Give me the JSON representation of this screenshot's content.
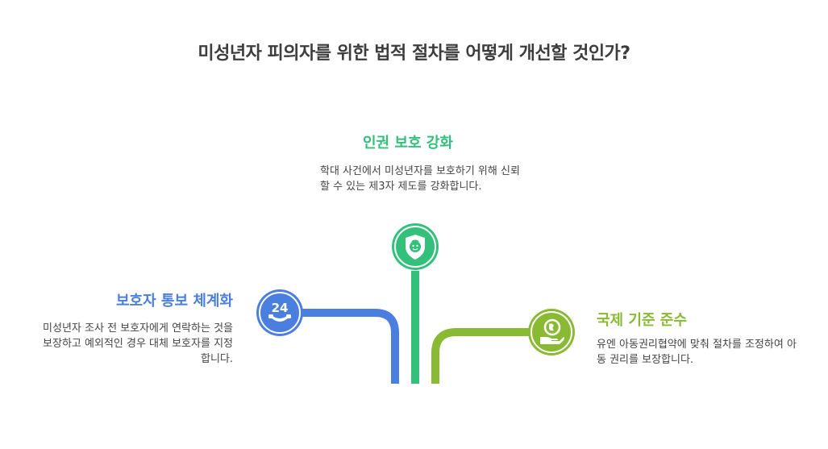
{
  "title": "미성년자 피의자를 위한 법적 절차를 어떻게 개선할 것인가?",
  "branches": [
    {
      "id": "guardian",
      "heading": "보호자 통보 체계화",
      "description": "미성년자 조사 전 보호자에게 연락하는 것을 보장하고 예외적인 경우 대체 보호자를 지정합니다.",
      "icon": "24-hour-phone-icon",
      "icon_text": "24",
      "color": "#4a7fe0"
    },
    {
      "id": "human-rights",
      "heading": "인권 보호 강화",
      "description": "학대 사건에서 미성년자를 보호하기 위해 신뢰할 수 있는 제3자 제도를 강화합니다.",
      "icon": "child-shield-icon",
      "color": "#33c07a"
    },
    {
      "id": "international",
      "heading": "국제 기준 준수",
      "description": "유엔 아동권리협약에 맞춰 절차를 조정하여 아동 권리를 보장합니다.",
      "icon": "globe-in-hand-icon",
      "color": "#8aba34"
    }
  ]
}
